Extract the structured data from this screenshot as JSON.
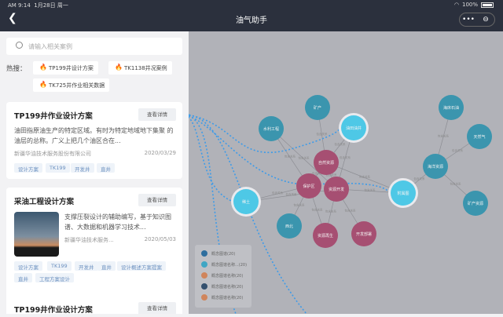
{
  "status": {
    "time": "AM 9:14",
    "date": "1月28日 周一",
    "battery": "100%",
    "battery_level": 1.0
  },
  "header": {
    "title": "油气助手",
    "more": "•••",
    "close": "⊖"
  },
  "search": {
    "placeholder": "请输入相关案例"
  },
  "hot": {
    "label": "热搜：",
    "items": [
      "TP199井设计方案",
      "TK1138井况案例",
      "TK725井作业相关数据"
    ]
  },
  "cards": [
    {
      "title": "TP199井作业设计方案",
      "button": "查看详情",
      "desc": "油田指原油生产的特定区域。有时为特定地域地下集聚 的油层的总称。广义上把几个油区合在...",
      "company": "新疆华油技术服务股份有限公司",
      "date": "2020/03/29",
      "tags": [
        "设计方案",
        "TK199",
        "开发井",
        "直井"
      ]
    },
    {
      "title": "采油工程设计方案",
      "button": "查看详情",
      "desc": "支撑压裂设计的辅助编写，基于知识图谱、大数据和机器学习技术...",
      "company": "新疆华油技术服务...",
      "date": "2020/05/03",
      "tags": [
        "设计方案",
        "TK199",
        "开发井",
        "直井",
        "设计概述方案提案",
        "直井",
        "工程方案设计"
      ]
    },
    {
      "title": "TP199井作业设计方案",
      "button": "查看详情"
    }
  ],
  "graph": {
    "colors": {
      "teal": "#3b95ae",
      "cyan": "#4ec8e6",
      "pink": "#a64f72",
      "link": "#3d9be9"
    },
    "nodes": [
      {
        "id": "n1",
        "label": "矿产",
        "type": "teal"
      },
      {
        "id": "n2",
        "label": "水利工程",
        "type": "teal"
      },
      {
        "id": "n3",
        "label": "油田油井",
        "type": "cyan"
      },
      {
        "id": "n4",
        "label": "自然资源",
        "type": "pink"
      },
      {
        "id": "n5",
        "label": "保护区",
        "type": "pink"
      },
      {
        "id": "n6",
        "label": "资源开发",
        "type": "pink"
      },
      {
        "id": "n7",
        "label": "附属图",
        "type": "cyan"
      },
      {
        "id": "n8",
        "label": "稀土",
        "type": "cyan"
      },
      {
        "id": "n9",
        "label": "西北",
        "type": "teal"
      },
      {
        "id": "n10",
        "label": "资源再生",
        "type": "pink"
      },
      {
        "id": "n11",
        "label": "开发部署",
        "type": "pink"
      },
      {
        "id": "n12",
        "label": "海床石油",
        "type": "teal"
      },
      {
        "id": "n13",
        "label": "天然气",
        "type": "teal"
      },
      {
        "id": "n14",
        "label": "海洋资源",
        "type": "teal"
      },
      {
        "id": "n15",
        "label": "矿产资源",
        "type": "teal"
      }
    ],
    "edges": [
      [
        "n1",
        "n4"
      ],
      [
        "n2",
        "n5"
      ],
      [
        "n2",
        "n6"
      ],
      [
        "n3",
        "n4"
      ],
      [
        "n3",
        "n6"
      ],
      [
        "n4",
        "n5"
      ],
      [
        "n4",
        "n6"
      ],
      [
        "n5",
        "n8"
      ],
      [
        "n6",
        "n8"
      ],
      [
        "n6",
        "n7"
      ],
      [
        "n5",
        "n9"
      ],
      [
        "n5",
        "n10"
      ],
      [
        "n6",
        "n10"
      ],
      [
        "n6",
        "n11"
      ],
      [
        "n7",
        "n14"
      ],
      [
        "n12",
        "n14"
      ],
      [
        "n13",
        "n14"
      ],
      [
        "n15",
        "n14"
      ],
      [
        "n4",
        "n7"
      ]
    ],
    "edge_label": "包含关系",
    "legend": [
      {
        "label": "概念图谱(20)",
        "color": "#2e6e9e"
      },
      {
        "label": "概念图谱名称...(20)",
        "color": "#3fa6c4"
      },
      {
        "label": "概念图谱名称(20)",
        "color": "#d0855c"
      },
      {
        "label": "概念图谱名称(20)",
        "color": "#34506e"
      },
      {
        "label": "概念图谱名称(20)",
        "color": "#d0855c"
      }
    ]
  }
}
